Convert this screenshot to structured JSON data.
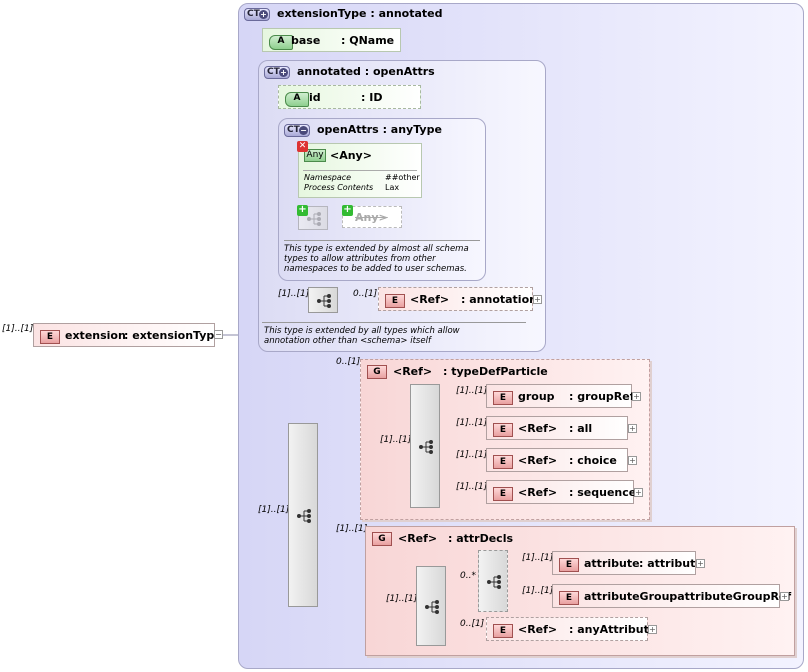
{
  "root": {
    "badge": "E",
    "name": "extension",
    "type": ": extensionType",
    "card": "[1]..[1]"
  },
  "ct_ext": {
    "badge": "CT",
    "title_name": "extensionType",
    "title_type": ": annotated"
  },
  "attr_base": {
    "badge": "A",
    "name": "base",
    "type": ": QName"
  },
  "ct_annot": {
    "badge": "CT",
    "title_name": "annotated",
    "title_type": ": openAttrs",
    "doc": "This type is extended by all types which allow annotation other than <schema> itself"
  },
  "attr_id": {
    "badge": "A",
    "name": "id",
    "type": ": ID"
  },
  "ct_open": {
    "badge": "CT",
    "title_name": "openAttrs",
    "title_type": ": anyType",
    "doc": "This type is extended by almost all schema types to allow attributes from other namespaces to be added to user schemas."
  },
  "any_attr": {
    "badge": "Any",
    "name": "<Any>",
    "props": [
      {
        "k": "Namespace",
        "v": "##other"
      },
      {
        "k": "Process Contents",
        "v": "Lax"
      }
    ]
  },
  "any_elem": {
    "name": "Any>"
  },
  "annotation_ref": {
    "badge": "E",
    "ref": "<Ref>",
    "name": ": annotation",
    "card_left": "[1]..[1]",
    "card_right": "0..[1]"
  },
  "typedef": {
    "badge": "G",
    "ref": "<Ref>",
    "name": ": typeDefParticle",
    "card": "0..[1]",
    "seq_card": "[1]..[1]",
    "items": [
      {
        "badge": "E",
        "ref": "group",
        "name": ": groupRef",
        "card": "[1]..[1]"
      },
      {
        "badge": "E",
        "ref": "<Ref>",
        "name": ": all",
        "card": "[1]..[1]"
      },
      {
        "badge": "E",
        "ref": "<Ref>",
        "name": ": choice",
        "card": "[1]..[1]"
      },
      {
        "badge": "E",
        "ref": "<Ref>",
        "name": ": sequence",
        "card": "[1]..[1]"
      }
    ]
  },
  "main_seq": {
    "card": "[1]..[1]"
  },
  "attrdecls": {
    "badge": "G",
    "ref": "<Ref>",
    "name": ": attrDecls",
    "card": "[1]..[1]",
    "seq_card": "[1]..[1]",
    "choice_card": "0..*",
    "items": [
      {
        "badge": "E",
        "ref": "attribute",
        "name": ": attribute",
        "card": "[1]..[1]"
      },
      {
        "badge": "E",
        "ref": "attributeGroup",
        "name": ": attributeGroupRef",
        "card": "[1]..[1]"
      }
    ],
    "any_attribute": {
      "badge": "E",
      "ref": "<Ref>",
      "name": ": anyAttribute",
      "card": "0..[1]"
    }
  }
}
